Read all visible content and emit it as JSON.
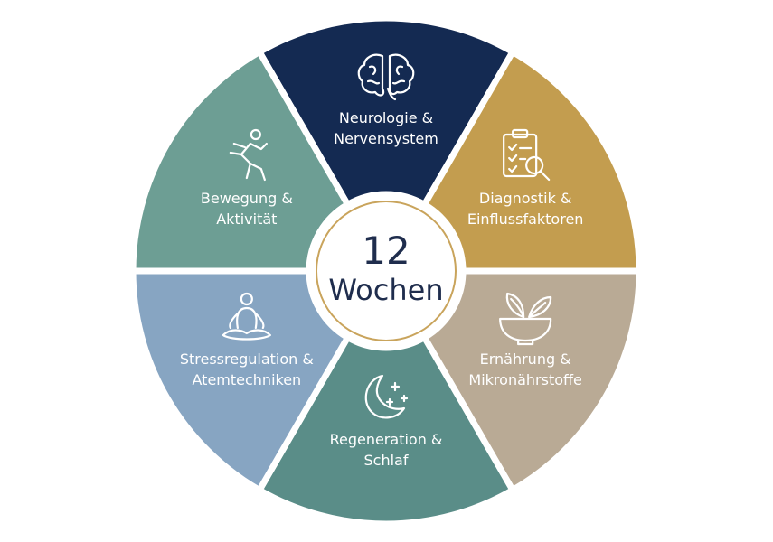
{
  "center": {
    "number": "12",
    "label": "Wochen"
  },
  "segments": [
    {
      "line1": "Neurologie &",
      "line2": "Nervensystem",
      "color": "#142a52",
      "icon": "brain-icon"
    },
    {
      "line1": "Diagnostik &",
      "line2": "Einflussfaktoren",
      "color": "#c39d4f",
      "icon": "clipboard-magnifier-icon"
    },
    {
      "line1": "Ernährung &",
      "line2": "Mikronährstoffe",
      "color": "#b9aa95",
      "icon": "herb-bowl-icon"
    },
    {
      "line1": "Regeneration &",
      "line2": "Schlaf",
      "color": "#5a8d88",
      "icon": "moon-stars-icon"
    },
    {
      "line1": "Stressregulation &",
      "line2": "Atemtechniken",
      "color": "#87a5c2",
      "icon": "meditation-icon"
    },
    {
      "line1": "Bewegung &",
      "line2": "Aktivität",
      "color": "#6d9e94",
      "icon": "running-person-icon"
    }
  ],
  "colors": {
    "center_text": "#1f2d4d",
    "center_ring": "#c9a45c",
    "gap": "#ffffff"
  }
}
